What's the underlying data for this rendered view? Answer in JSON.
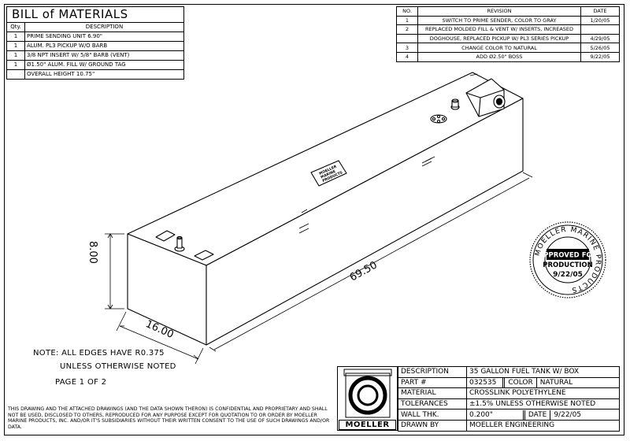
{
  "bom": {
    "title": "BILL of MATERIALS",
    "header": {
      "qty": "Qty.",
      "description": "DESCRIPTION"
    },
    "items": [
      {
        "qty": "1",
        "description": "PRIME SENDING UNIT 6.90\""
      },
      {
        "qty": "1",
        "description": "ALUM. PL3 PICKUP W/O BARB"
      },
      {
        "qty": "1",
        "description": "3/8 NPT INSERT W/ 5/8\" BARB (VENT)"
      },
      {
        "qty": "1",
        "description": "Ø1.50\" ALUM. FILL W/ GROUND TAG"
      },
      {
        "qty": "",
        "description": "OVERALL HEIGHT 10.75\""
      }
    ]
  },
  "revisions": {
    "header": {
      "no": "NO.",
      "revision": "REVISION",
      "date": "DATE"
    },
    "rows": [
      {
        "no": "1",
        "revision": "SWITCH TO PRIME SENDER, COLOR TO GRAY",
        "date": "1/20/05"
      },
      {
        "no": "2",
        "revision": "REPLACED MOLDED FILL & VENT W/ INSERTS, INCREASED",
        "date": ""
      },
      {
        "no": "",
        "revision": "DOGHOUSE, REPLACED PICKUP W/ PL3 SERIES PICKUP",
        "date": "4/29/05"
      },
      {
        "no": "3",
        "revision": "CHANGE COLOR TO NATURAL",
        "date": "5/26/05"
      },
      {
        "no": "4",
        "revision": "ADD Ø2.50\" BOSS",
        "date": "9/22/05"
      }
    ]
  },
  "drawing": {
    "dim_height": "8.00",
    "dim_width": "16.00",
    "dim_length": "69.50",
    "label_plate": [
      "MOELLER",
      "MARINE",
      "PRODUCTS"
    ]
  },
  "stamp": {
    "ring_text": "MOELLER MARINE PRODUCTS",
    "line1": "APPROVED FOR",
    "line2": "PRODUCTION",
    "line3": "9/22/05"
  },
  "notes": {
    "line1": "NOTE: ALL EDGES HAVE R0.375",
    "line2": "UNLESS OTHERWISE NOTED",
    "page": "PAGE 1 OF 2"
  },
  "disclaimer": "THIS DRAWING AND THE ATTACHED DRAWINGS (AND THE DATA SHOWN THERON) IS CONFIDENTIAL AND PROPRIETARY AND SHALL NOT BE USED, DISCLOSED TO OTHERS, REPRODUCED FOR ANY PURPOSE EXCEPT FOR QUOTATION TO OR ORDER BY MOELLER MARINE PRODUCTS, INC. AND/OR IT'S SUBSIDIARIES WITHOUT THEIR WRITTEN CONSENT TO THE USE OF SUCH DRAWINGS AND/OR DATA.",
  "title_block": {
    "logo_text": "MOELLER",
    "description_label": "DESCRIPTION",
    "description": "35 GALLON FUEL TANK W/ BOX",
    "part_label": "PART #",
    "part": "032535",
    "color_label": "COLOR",
    "color": "NATURAL",
    "material_label": "MATERIAL",
    "material": "CROSSLINK POLYETHYLENE",
    "tolerances_label": "TOLERANCES",
    "tolerances": "±1.5% UNLESS OTHERWISE NOTED",
    "wall_label": "WALL THK.",
    "wall": "0.200\"",
    "date_label": "DATE",
    "date": "9/22/05",
    "drawn_label": "DRAWN BY",
    "drawn": "MOELLER ENGINEERING"
  }
}
